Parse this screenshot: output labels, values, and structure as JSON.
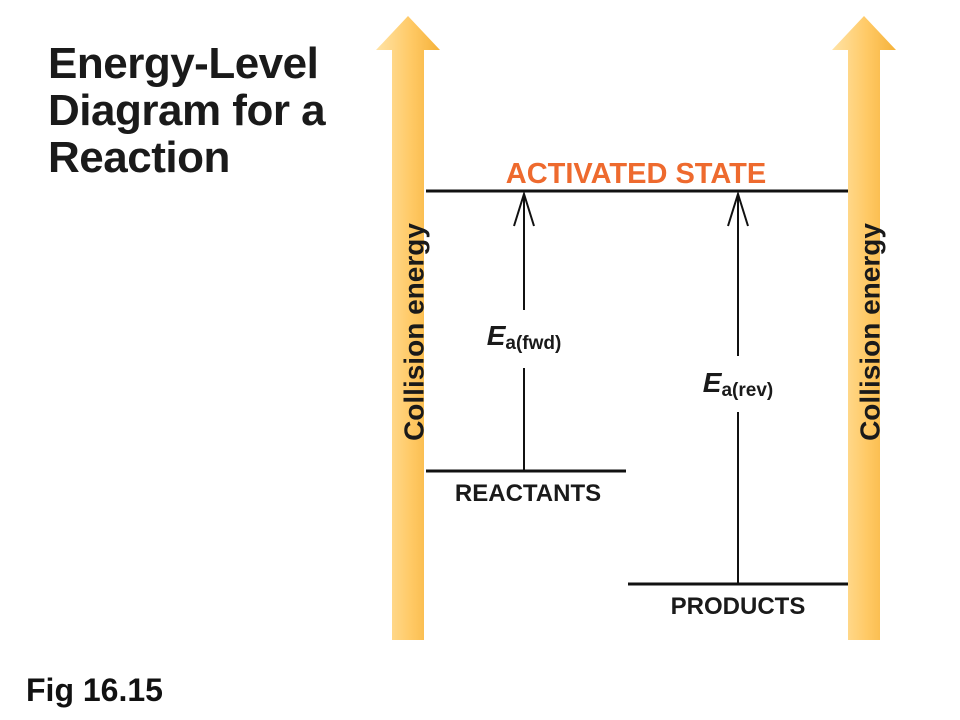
{
  "title_lines": [
    "Energy-Level",
    "Diagram for a",
    "Reaction"
  ],
  "figure_label": "Fig 16.15",
  "axis_label_left": "Collision energy",
  "axis_label_right": "Collision energy",
  "levels": {
    "activated": "ACTIVATED STATE",
    "reactants": "REACTANTS",
    "products": "PRODUCTS"
  },
  "activation_energies": {
    "forward": {
      "symbol": "E",
      "subscript": "a(fwd)"
    },
    "reverse": {
      "symbol": "E",
      "subscript": "a(rev)"
    }
  },
  "colors": {
    "arrow_light": "#ffd889",
    "arrow_dark": "#f5b23a",
    "activated_text": "#ee6a2e",
    "line": "#111111",
    "text": "#1a1a1a"
  }
}
